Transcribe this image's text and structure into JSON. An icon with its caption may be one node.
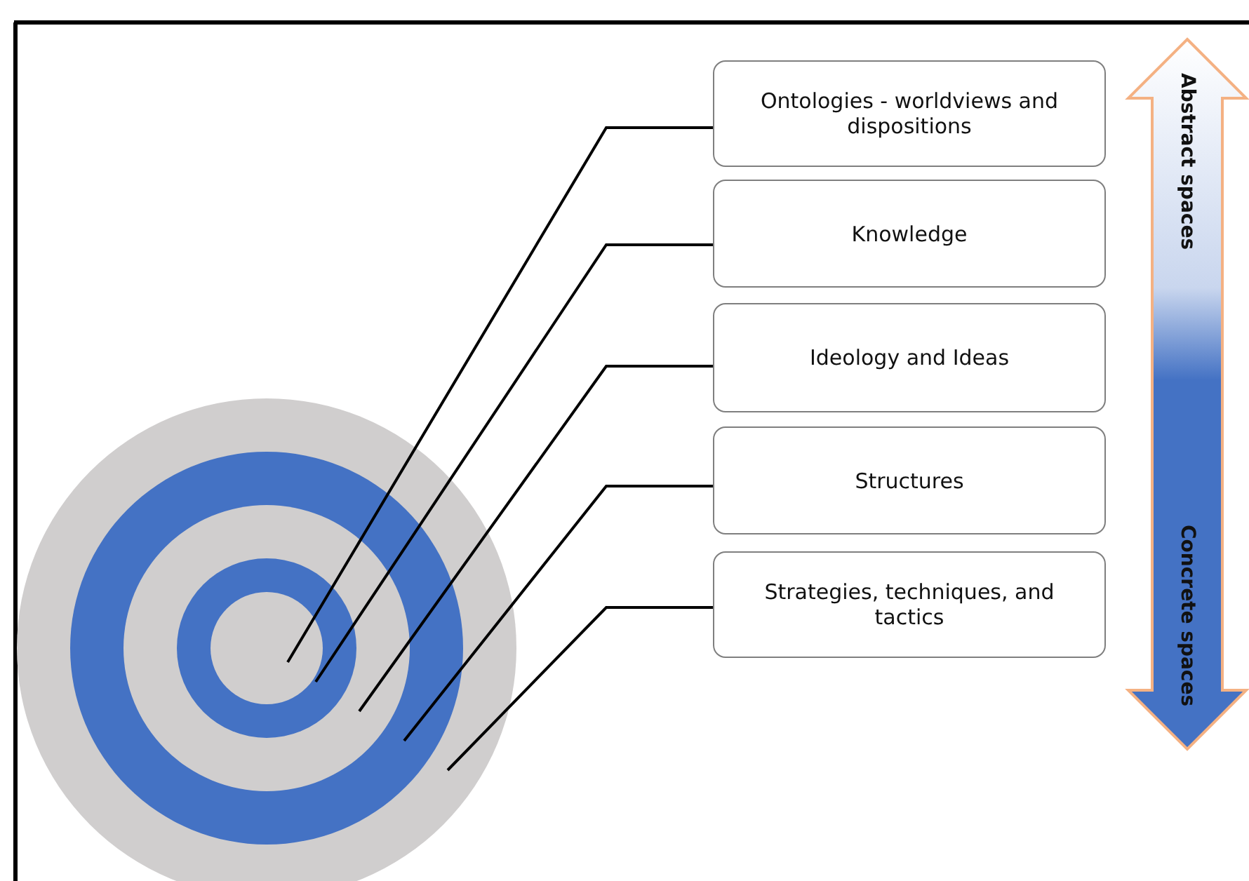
{
  "diagram": {
    "nodes": [
      {
        "text": [
          "Ontologies - worldviews and dispositions"
        ]
      },
      {
        "text": [
          "Knowledge"
        ]
      },
      {
        "text": [
          "Ideology and Ideas"
        ]
      },
      {
        "text": [
          "Structures"
        ]
      },
      {
        "text": [
          "Strategies, techniques, and tactics"
        ]
      },
      {
        "text": [],
        "shape": "circle"
      },
      {
        "text": [],
        "shape": "circle",
        "in": 5
      },
      {
        "text": [],
        "shape": "circle",
        "in": 6
      },
      {
        "text": [],
        "shape": "circle",
        "in": 7
      },
      {
        "text": [],
        "shape": "circle",
        "in": 8
      }
    ],
    "edges": [
      {
        "from": 0,
        "to": 9,
        "arrow": "none"
      },
      {
        "from": 1,
        "to": 8,
        "arrow": "none"
      },
      {
        "from": 2,
        "to": 7,
        "arrow": "none"
      },
      {
        "from": 3,
        "to": 6,
        "arrow": "none"
      },
      {
        "from": 4,
        "to": 5,
        "arrow": "none"
      }
    ],
    "labels": [
      "Abstract spaces",
      "Concrete spaces"
    ]
  }
}
